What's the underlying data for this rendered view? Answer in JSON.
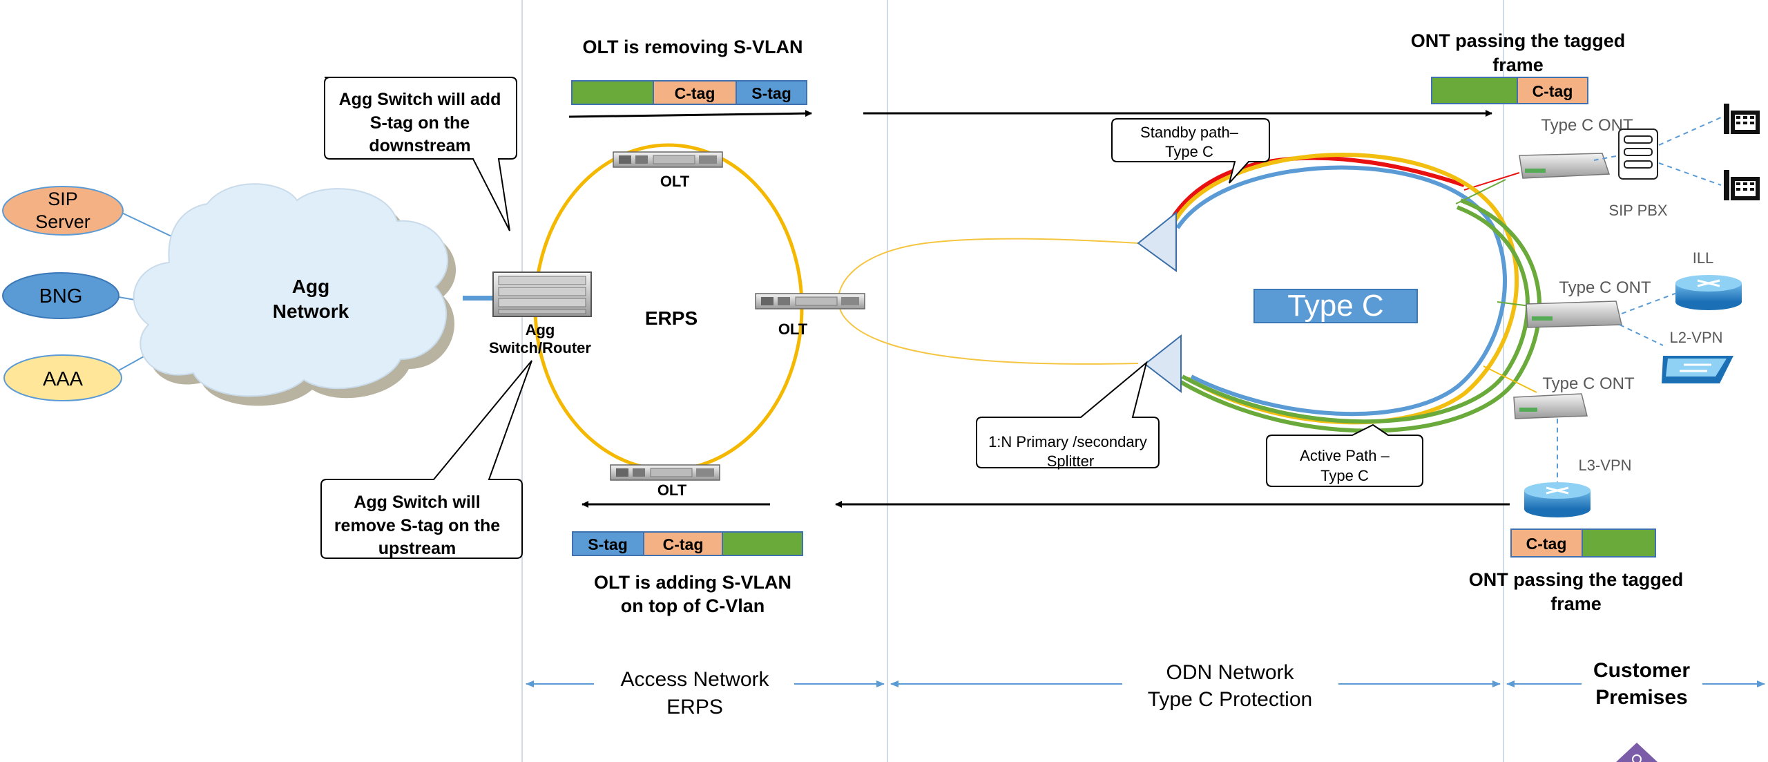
{
  "colors": {
    "orange_ring": "#f5b800",
    "red_path": "#e81010",
    "yellow_path": "#f2bf10",
    "blue_path": "#5b9bd5",
    "green_path": "#6aaa3a",
    "tag_green": "#6aaa3a",
    "ctag_salmon": "#f4b183",
    "stag_blue": "#5b9bd5",
    "typec_box": "#5b9bd5",
    "zone_arrow": "#5b9bd5",
    "divider": "#d0dbe8",
    "sip_server": "#f4b183",
    "bng": "#5b9bd5",
    "aaa": "#ffe699",
    "cloud": "#dfeef8"
  },
  "left_clients": [
    {
      "lines": [
        "SIP",
        "Server"
      ],
      "color": "#f4b183"
    },
    {
      "lines": [
        "BNG"
      ],
      "color": "#5b9bd5"
    },
    {
      "lines": [
        "AAA"
      ],
      "color": "#ffe699"
    }
  ],
  "cloud": {
    "lines": [
      "Agg",
      "Network"
    ]
  },
  "agg_router": {
    "lines": [
      "Agg",
      "Switch/Router"
    ]
  },
  "callouts": {
    "downstream": [
      "Agg Switch will add",
      "S-tag on the",
      "downstream"
    ],
    "upstream": [
      "Agg Switch will",
      "remove S-tag on the",
      "upstream"
    ],
    "standby": [
      "Standby path–",
      "Type C"
    ],
    "splitter": [
      "1:N Primary /secondary",
      "Splitter"
    ],
    "active": [
      "Active Path –",
      "Type C"
    ]
  },
  "olts": {
    "top": "OLT",
    "right": "OLT",
    "bottom": "OLT"
  },
  "ring_label": "ERPS",
  "headings": {
    "top_left": [
      "OLT is removing S-VLAN"
    ],
    "bottom_left": [
      "OLT is adding S-VLAN",
      "on top of C-Vlan"
    ],
    "top_right": [
      "ONT passing the tagged",
      "frame"
    ],
    "bottom_right": [
      "ONT passing the tagged",
      "frame"
    ]
  },
  "frames": {
    "top_left": [
      "",
      "C-tag",
      "S-tag"
    ],
    "top_right": [
      "",
      "C-tag"
    ],
    "bottom_left": [
      "S-tag",
      "C-tag",
      ""
    ],
    "bottom_right": [
      "C-tag",
      ""
    ]
  },
  "type_c_box": "Type C",
  "onts": [
    "Type C ONT",
    "Type C ONT",
    "Type C ONT"
  ],
  "devices": {
    "pbx": "SIP PBX",
    "ill": "ILL",
    "l2vpn": "L2-VPN",
    "l3vpn": "L3-VPN"
  },
  "zones": [
    {
      "lines": [
        "Access Network",
        "ERPS"
      ]
    },
    {
      "lines": [
        "ODN Network",
        "Type C Protection"
      ]
    },
    {
      "lines": [
        "Customer",
        "Premises"
      ]
    }
  ]
}
